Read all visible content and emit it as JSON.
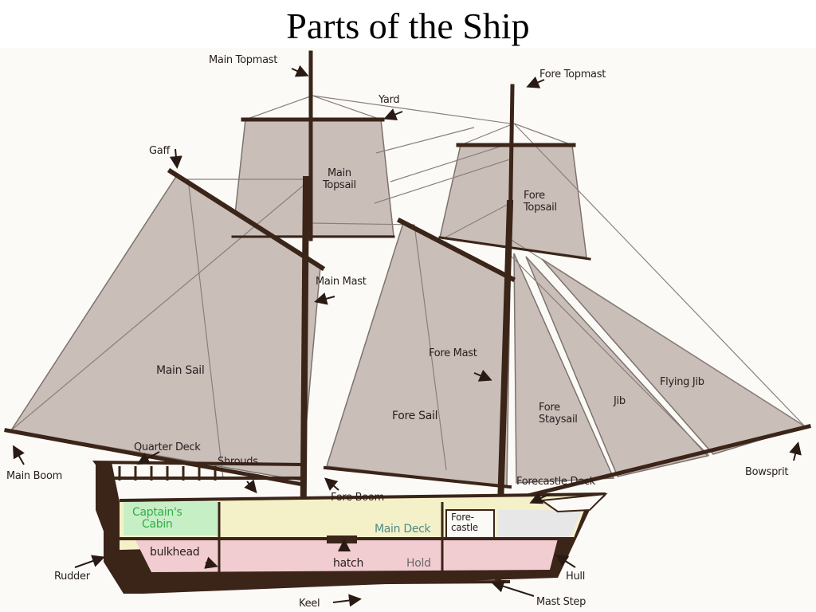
{
  "title": "Parts of the Ship",
  "colors": {
    "sail": "#c9beb8",
    "wood": "#3b2418",
    "captains_cabin": "#c7efc6",
    "main_deck": "#f4f1c8",
    "hold": "#f1cdd1",
    "forecastle": "#e7e7e7"
  },
  "labels": {
    "main_topmast": "Main Topmast",
    "fore_topmast": "Fore Topmast",
    "yard": "Yard",
    "gaff": "Gaff",
    "main_topsail": "Main\nTopsail",
    "fore_topsail": "Fore\nTopsail",
    "main_mast": "Main Mast",
    "fore_mast": "Fore Mast",
    "main_sail": "Main Sail",
    "fore_sail": "Fore Sail",
    "fore_staysail": "Fore\nStaysail",
    "jib": "Jib",
    "flying_jib": "Flying Jib",
    "quarter_deck": "Quarter Deck",
    "shrouds": "Shrouds",
    "main_boom": "Main Boom",
    "bowsprit": "Bowsprit",
    "forecastle_deck": "Forecastle Deck",
    "fore_boom": "Fore Boom",
    "captains_cabin": "Captain's\nCabin",
    "main_deck": "Main Deck",
    "forecastle": "Fore-\ncastle",
    "bulkhead": "bulkhead",
    "hatch": "hatch",
    "hold": "Hold",
    "rudder": "Rudder",
    "hull": "Hull",
    "keel": "Keel",
    "mast_step": "Mast Step"
  }
}
